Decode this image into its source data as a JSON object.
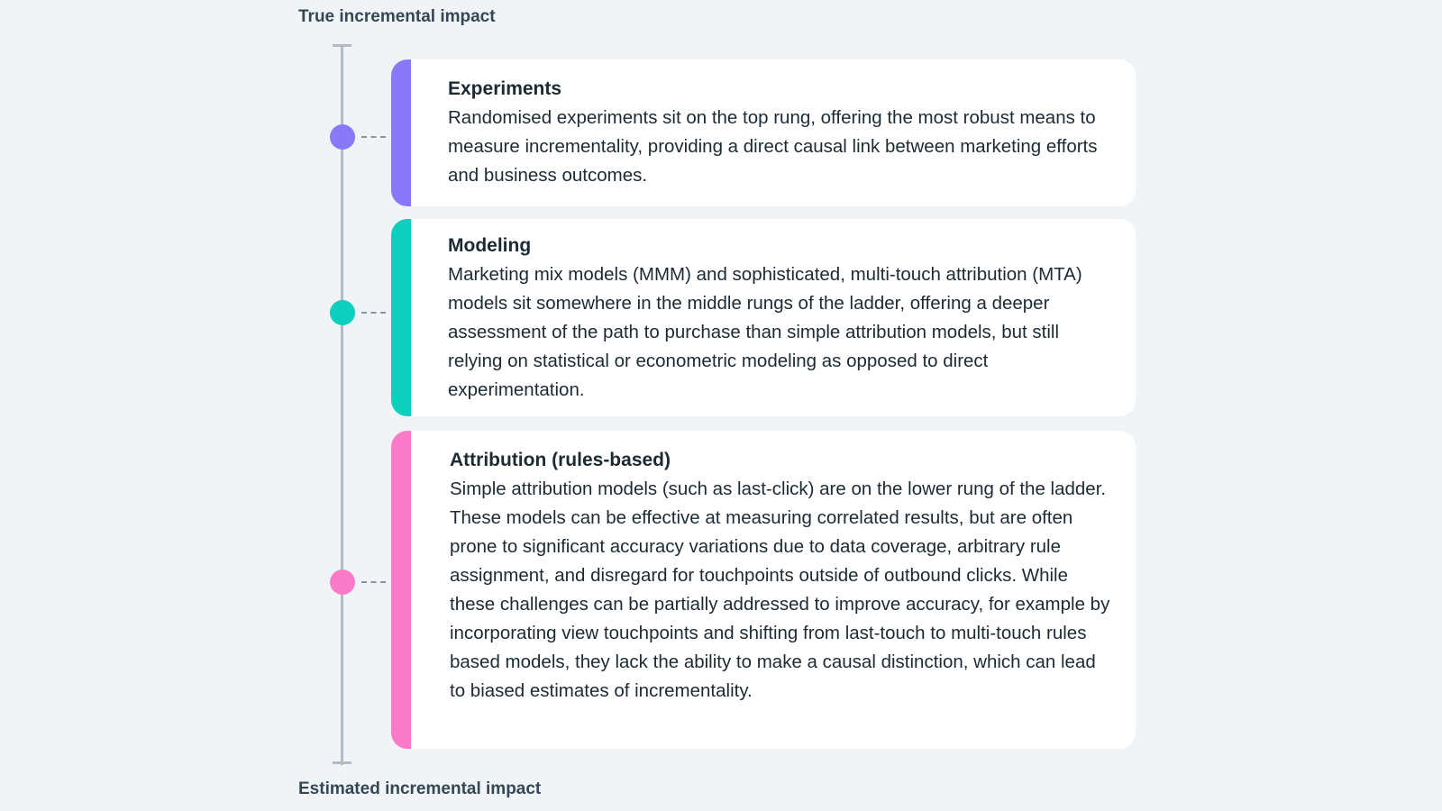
{
  "axis": {
    "top_label": "True incremental impact",
    "bottom_label": "Estimated incremental impact"
  },
  "colors": {
    "experiments": "#8a78f9",
    "modeling": "#0ccfbd",
    "attribution": "#fa7cc9",
    "axis": "#b3bcc5"
  },
  "rungs": [
    {
      "title": "Experiments",
      "text": "Randomised experiments sit on the top rung, offering the most robust means to measure incrementality, providing a direct causal link between marketing efforts and business outcomes."
    },
    {
      "title": "Modeling",
      "text": "Marketing mix models (MMM) and sophisticated, multi-touch attribution (MTA) models sit somewhere in the middle rungs of the ladder, offering a deeper assessment of the path to purchase than simple attribution models, but still relying on statistical or econometric modeling as opposed to direct experimentation."
    },
    {
      "title": "Attribution (rules-based)",
      "text": "Simple attribution models (such as last-click) are on the lower rung of the ladder. These models can be effective at measuring correlated results, but are often prone to significant accuracy variations due to data coverage, arbitrary rule assignment, and disregard for touchpoints outside of outbound clicks. While these challenges can be partially addressed to improve accuracy, for example by incorporating view touchpoints and shifting from last-touch to multi-touch rules based models, they lack the ability to make a causal distinction, which can lead to biased estimates of incrementality."
    }
  ]
}
